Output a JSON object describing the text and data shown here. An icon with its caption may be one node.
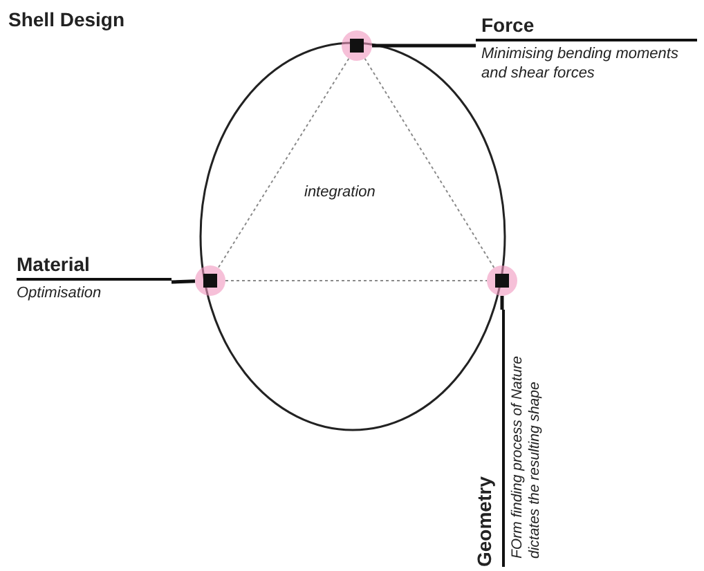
{
  "diagram": {
    "title": "Shell Design",
    "nodes": [
      {
        "text": [],
        "shape": "box"
      },
      {
        "text": [],
        "shape": "box"
      },
      {
        "text": [],
        "shape": "box"
      },
      {
        "text": [
          "Force",
          "Minimising bending moments and shear forces"
        ]
      },
      {
        "text": [
          "Material",
          "Optimisation"
        ]
      },
      {
        "text": [
          "Geometry",
          "FOrm finding process of Nature dictates the resulting shape"
        ]
      }
    ],
    "edges": [
      {
        "from": 0,
        "to": 1,
        "arrow": "none",
        "style": "dashed",
        "color": "#8a8a8a"
      },
      {
        "from": 1,
        "to": 2,
        "arrow": "none",
        "style": "dashed",
        "color": "#8a8a8a"
      },
      {
        "from": 2,
        "to": 0,
        "arrow": "none",
        "style": "dashed",
        "color": "#8a8a8a"
      },
      {
        "from": 0,
        "to": 3,
        "arrow": "none",
        "style": "thick",
        "color": "#111111"
      },
      {
        "from": 1,
        "to": 4,
        "arrow": "none",
        "style": "thick",
        "color": "#111111"
      },
      {
        "from": 2,
        "to": 5,
        "arrow": "none",
        "style": "thick",
        "color": "#111111"
      }
    ],
    "labels": [
      "integration"
    ]
  }
}
